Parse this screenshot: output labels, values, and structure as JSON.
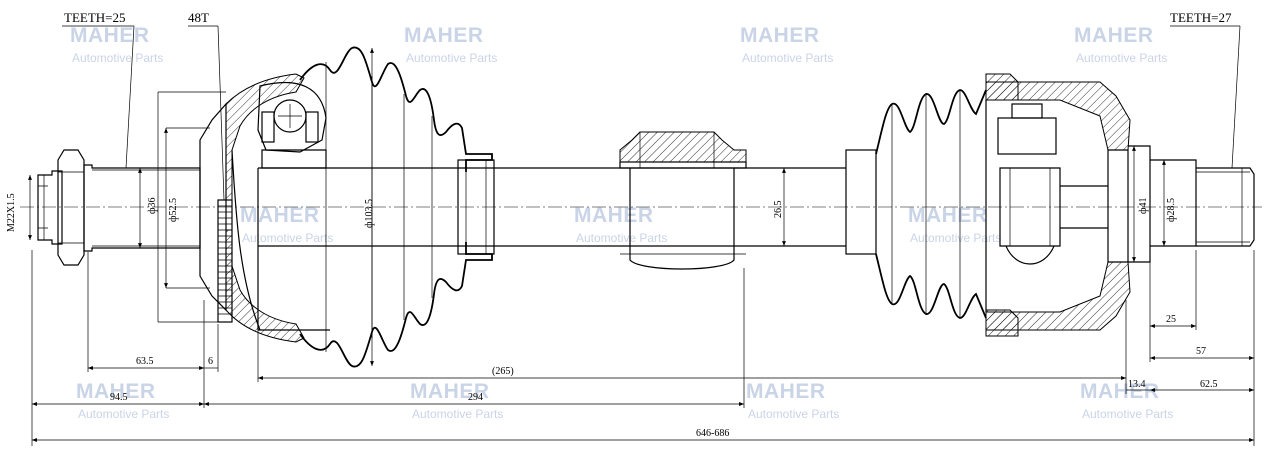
{
  "labels": {
    "teeth_left": "TEETH=25",
    "abs_teeth": "48T",
    "teeth_right": "TEETH=27",
    "thread": "M22X1.5",
    "dia_36": "ф36",
    "dia_52_5": "ф52.5",
    "dia_103_5": "ф103.5",
    "dia_26_5": "26.5",
    "dia_41": "ф41",
    "dia_28_5": "ф28.5"
  },
  "dimensions": {
    "d63_5": "63.5",
    "d6": "6",
    "d265": "(265)",
    "d94_5": "94.5",
    "d294": "294",
    "d25": "25",
    "d57": "57",
    "d13_4": "13.4",
    "d62_5": "62.5",
    "overall": "646-686"
  },
  "watermark": {
    "brand": "MAHER",
    "tagline": "Automotive Parts"
  }
}
